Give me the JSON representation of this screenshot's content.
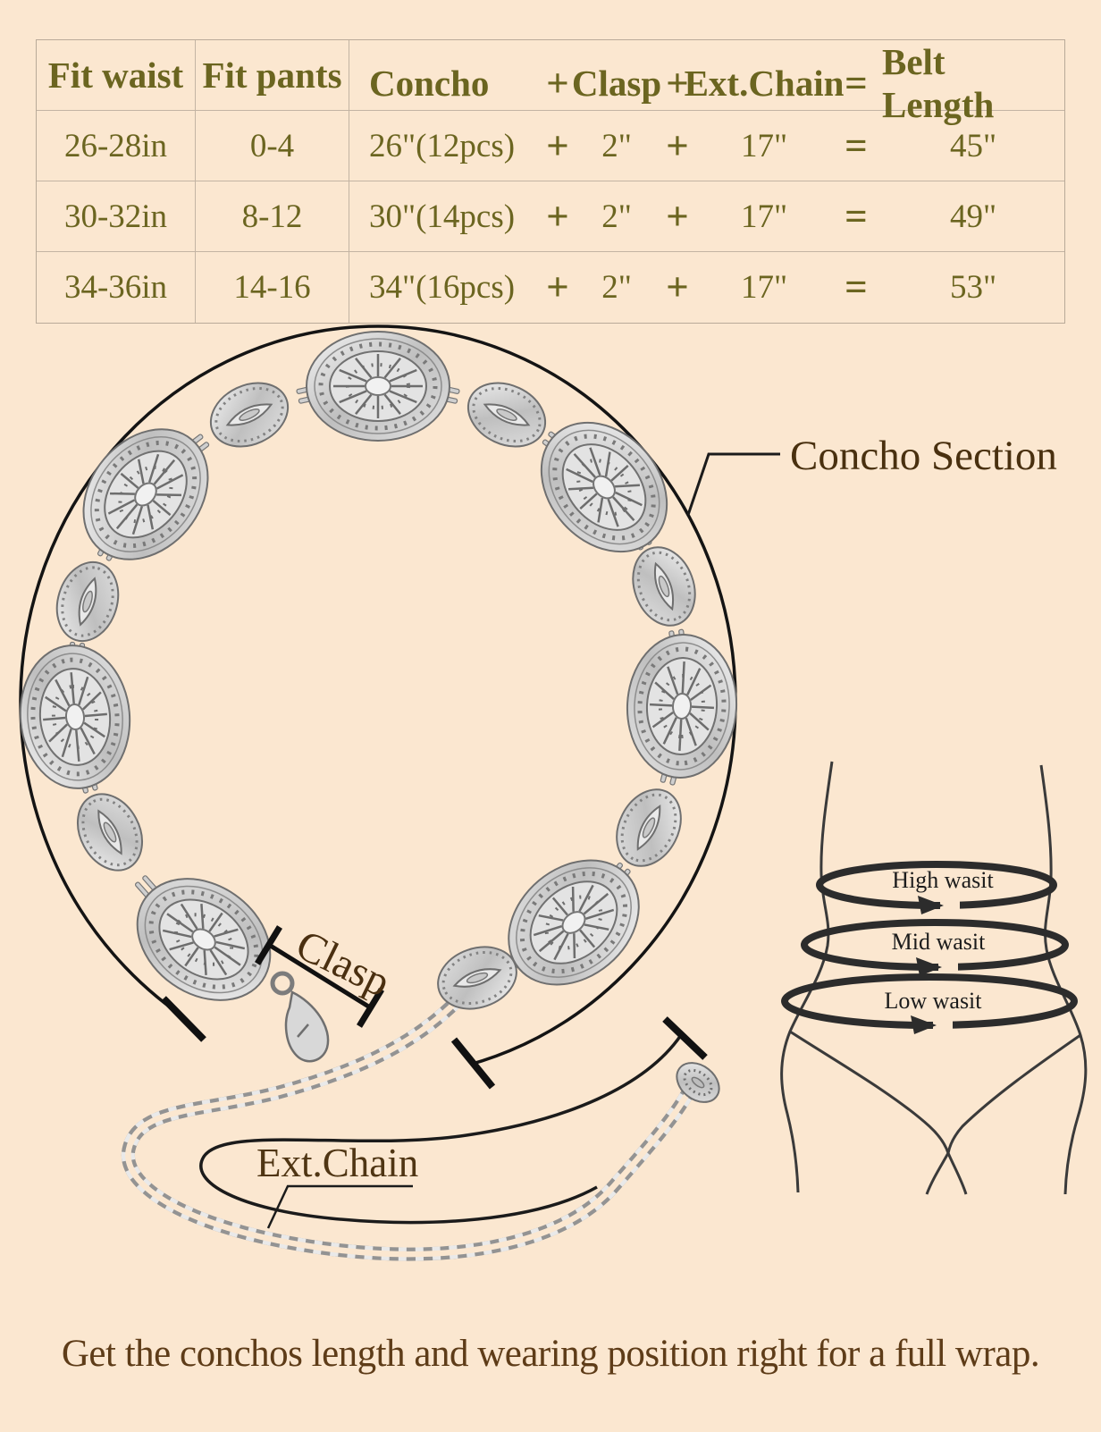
{
  "colors": {
    "background": "#fbe7d0",
    "table_text": "#6b6520",
    "table_border": "#c3b4a3",
    "label_brown": "#4a2f10",
    "note_brown": "#5e3c18",
    "annotation_black": "#1b1b1b",
    "silhouette_gray": "#3a3a3a",
    "metal_gray": "#c9c9c9"
  },
  "table": {
    "headers": {
      "fit_waist": "Fit waist",
      "fit_pants": "Fit pants",
      "concho": "Concho",
      "plus1": "+",
      "clasp": "Clasp",
      "plus2": "+",
      "ext_chain": "Ext.Chain",
      "equals": "=",
      "belt_length": "Belt Length"
    },
    "rows": [
      {
        "fit_waist": "26-28in",
        "fit_pants": "0-4",
        "concho": "26\"(12pcs)",
        "plus1": "+",
        "clasp": "2\"",
        "plus2": "+",
        "ext_chain": "17\"",
        "equals": "=",
        "belt_length": "45\""
      },
      {
        "fit_waist": "30-32in",
        "fit_pants": "8-12",
        "concho": "30\"(14pcs)",
        "plus1": "+",
        "clasp": "2\"",
        "plus2": "+",
        "ext_chain": "17\"",
        "equals": "=",
        "belt_length": "49\""
      },
      {
        "fit_waist": "34-36in",
        "fit_pants": "14-16",
        "concho": "34\"(16pcs)",
        "plus1": "+",
        "clasp": "2\"",
        "plus2": "+",
        "ext_chain": "17\"",
        "equals": "=",
        "belt_length": "53\""
      }
    ]
  },
  "diagram": {
    "concho_section_label": "Concho Section",
    "clasp_label": "Clasp",
    "ext_chain_label": "Ext.Chain",
    "waist_positions": {
      "high": "High wasit",
      "mid": "Mid wasit",
      "low": "Low wasit"
    }
  },
  "footer": {
    "note": "Get the conchos length and wearing position right for a full wrap."
  }
}
